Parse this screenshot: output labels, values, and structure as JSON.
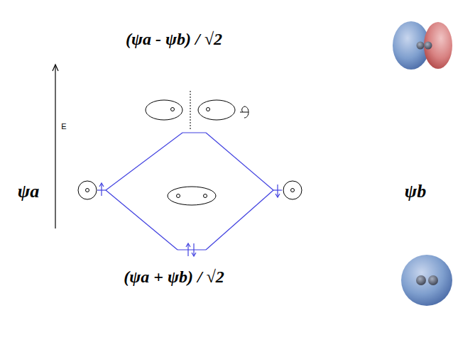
{
  "diagram": {
    "labels": [
      "(ψa - ψb) / √2",
      "E",
      "ψa",
      "ψb",
      "(ψa + ψb) / √2"
    ]
  }
}
